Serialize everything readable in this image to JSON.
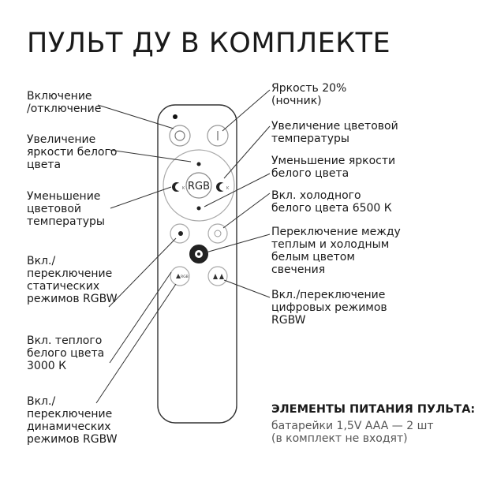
{
  "title": "ПУЛЬТ ДУ В КОМПЛЕКТЕ",
  "labels_left": [
    "Включение\n/отключение",
    "Увеличение\nяркости белого\nцвета",
    "Уменьшение\nцветовой\nтемпературы",
    "Вкл./\nпереключение\nстатических\nрежимов RGBW",
    "Вкл. теплого\nбелого цвета\n3000 К",
    "Вкл./\nпереключение\nдинамических\nрежимов RGBW"
  ],
  "labels_right": [
    "Яркость 20%\n(ночник)",
    "Увеличение цветовой\nтемпературы",
    "Уменьшение яркости\nбелого цвета",
    "Вкл. холодного\nбелого цвета 6500 К",
    "Переключение между\nтеплым и холодным\nбелым цветом\nсвечения",
    "Вкл./переключение\nцифровых режимов\nRGBW"
  ],
  "remote": {
    "center_label": "RGB",
    "rgb_small_label": "RGB"
  },
  "power": {
    "title": "ЭЛЕМЕНТЫ ПИТАНИЯ ПУЛЬТА:",
    "text": "батарейки 1,5V AAA — 2 шт\n(в комплект не входят)"
  }
}
